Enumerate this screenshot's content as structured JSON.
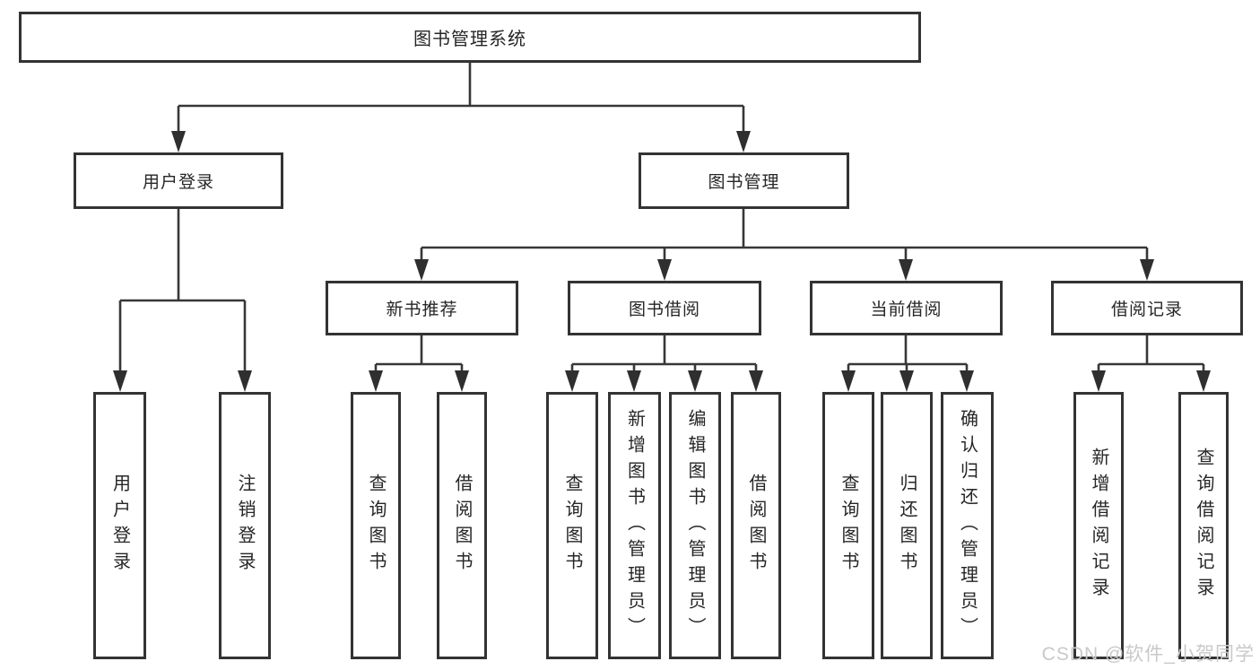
{
  "tree": {
    "root": "图书管理系统",
    "user": {
      "label": "用户登录",
      "children": [
        "用户登录",
        "注销登录"
      ]
    },
    "mgmt": {
      "label": "图书管理",
      "sections": {
        "recommend": {
          "label": "新书推荐",
          "children": [
            "查询图书",
            "借阅图书"
          ]
        },
        "borrow": {
          "label": "图书借阅",
          "children": [
            "查询图书",
            "新增图书（管理员）",
            "编辑图书（管理员）",
            "借阅图书"
          ]
        },
        "current": {
          "label": "当前借阅",
          "children": [
            "查询图书",
            "归还图书",
            "确认归还（管理员）"
          ]
        },
        "records": {
          "label": "借阅记录",
          "children": [
            "新增借阅记录",
            "查询借阅记录"
          ]
        }
      }
    }
  },
  "watermark": "CSDN @软件_小贺同学",
  "colors": {
    "line": "#373737",
    "border": "#333333",
    "text": "#262626",
    "background": "#ffffff",
    "watermark_text": "#c9c9c9"
  }
}
